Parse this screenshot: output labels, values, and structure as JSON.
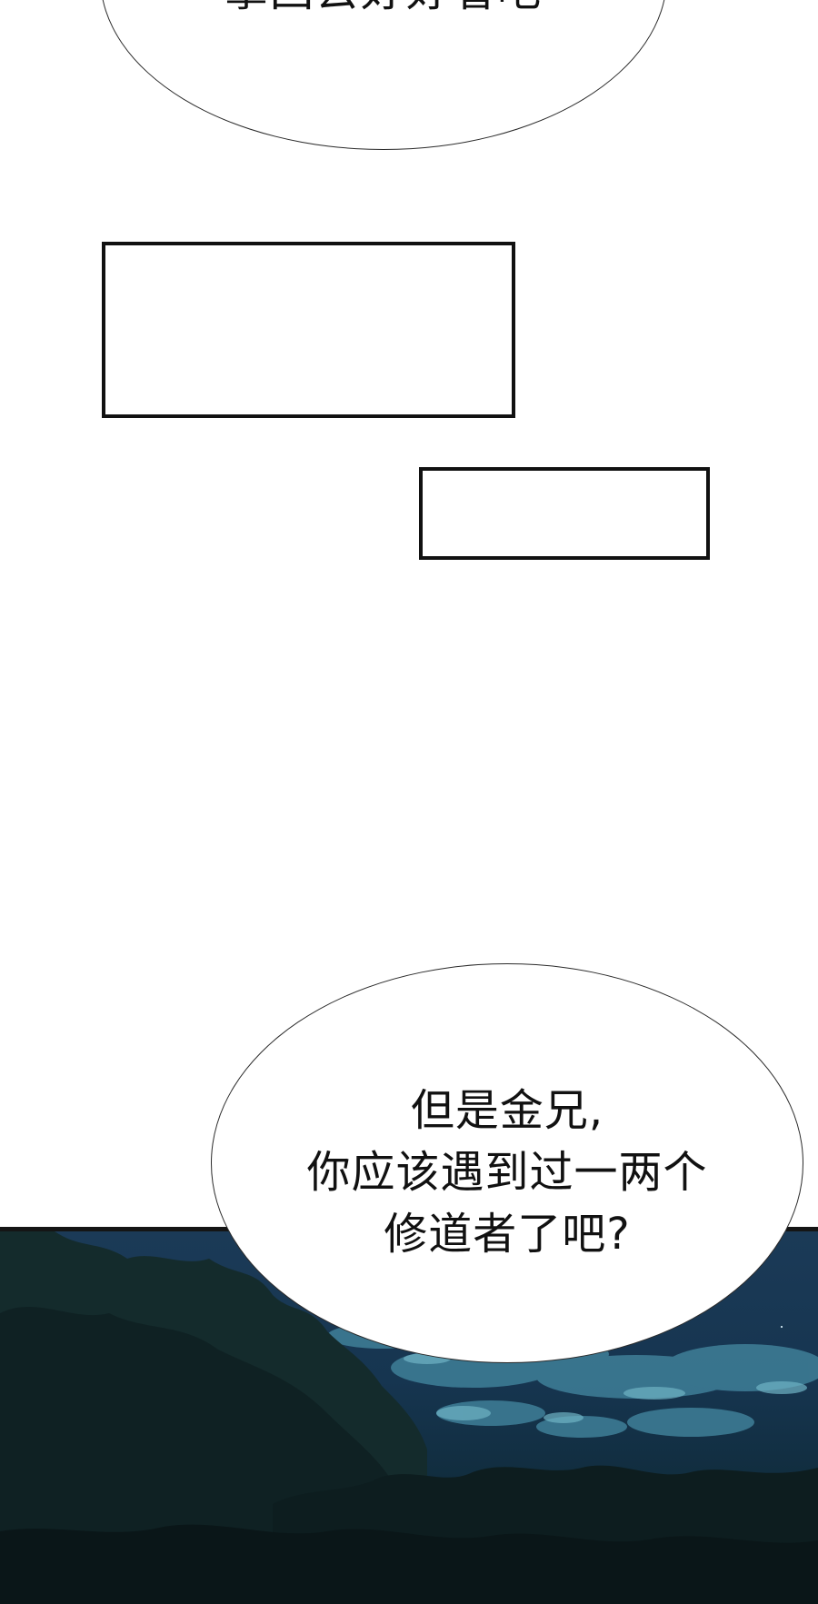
{
  "panel_top": {
    "bubble_text": "拿回去好好看吧"
  },
  "panel_bottom": {
    "bubble_lines": [
      "但是金兄,",
      "你应该遇到过一两个",
      "修道者了吧?"
    ]
  },
  "colors": {
    "sky": "#1b3a57",
    "cloud": "#4a8fa6",
    "forest_dark": "#0c1a1c",
    "panel_border": "#151515"
  }
}
